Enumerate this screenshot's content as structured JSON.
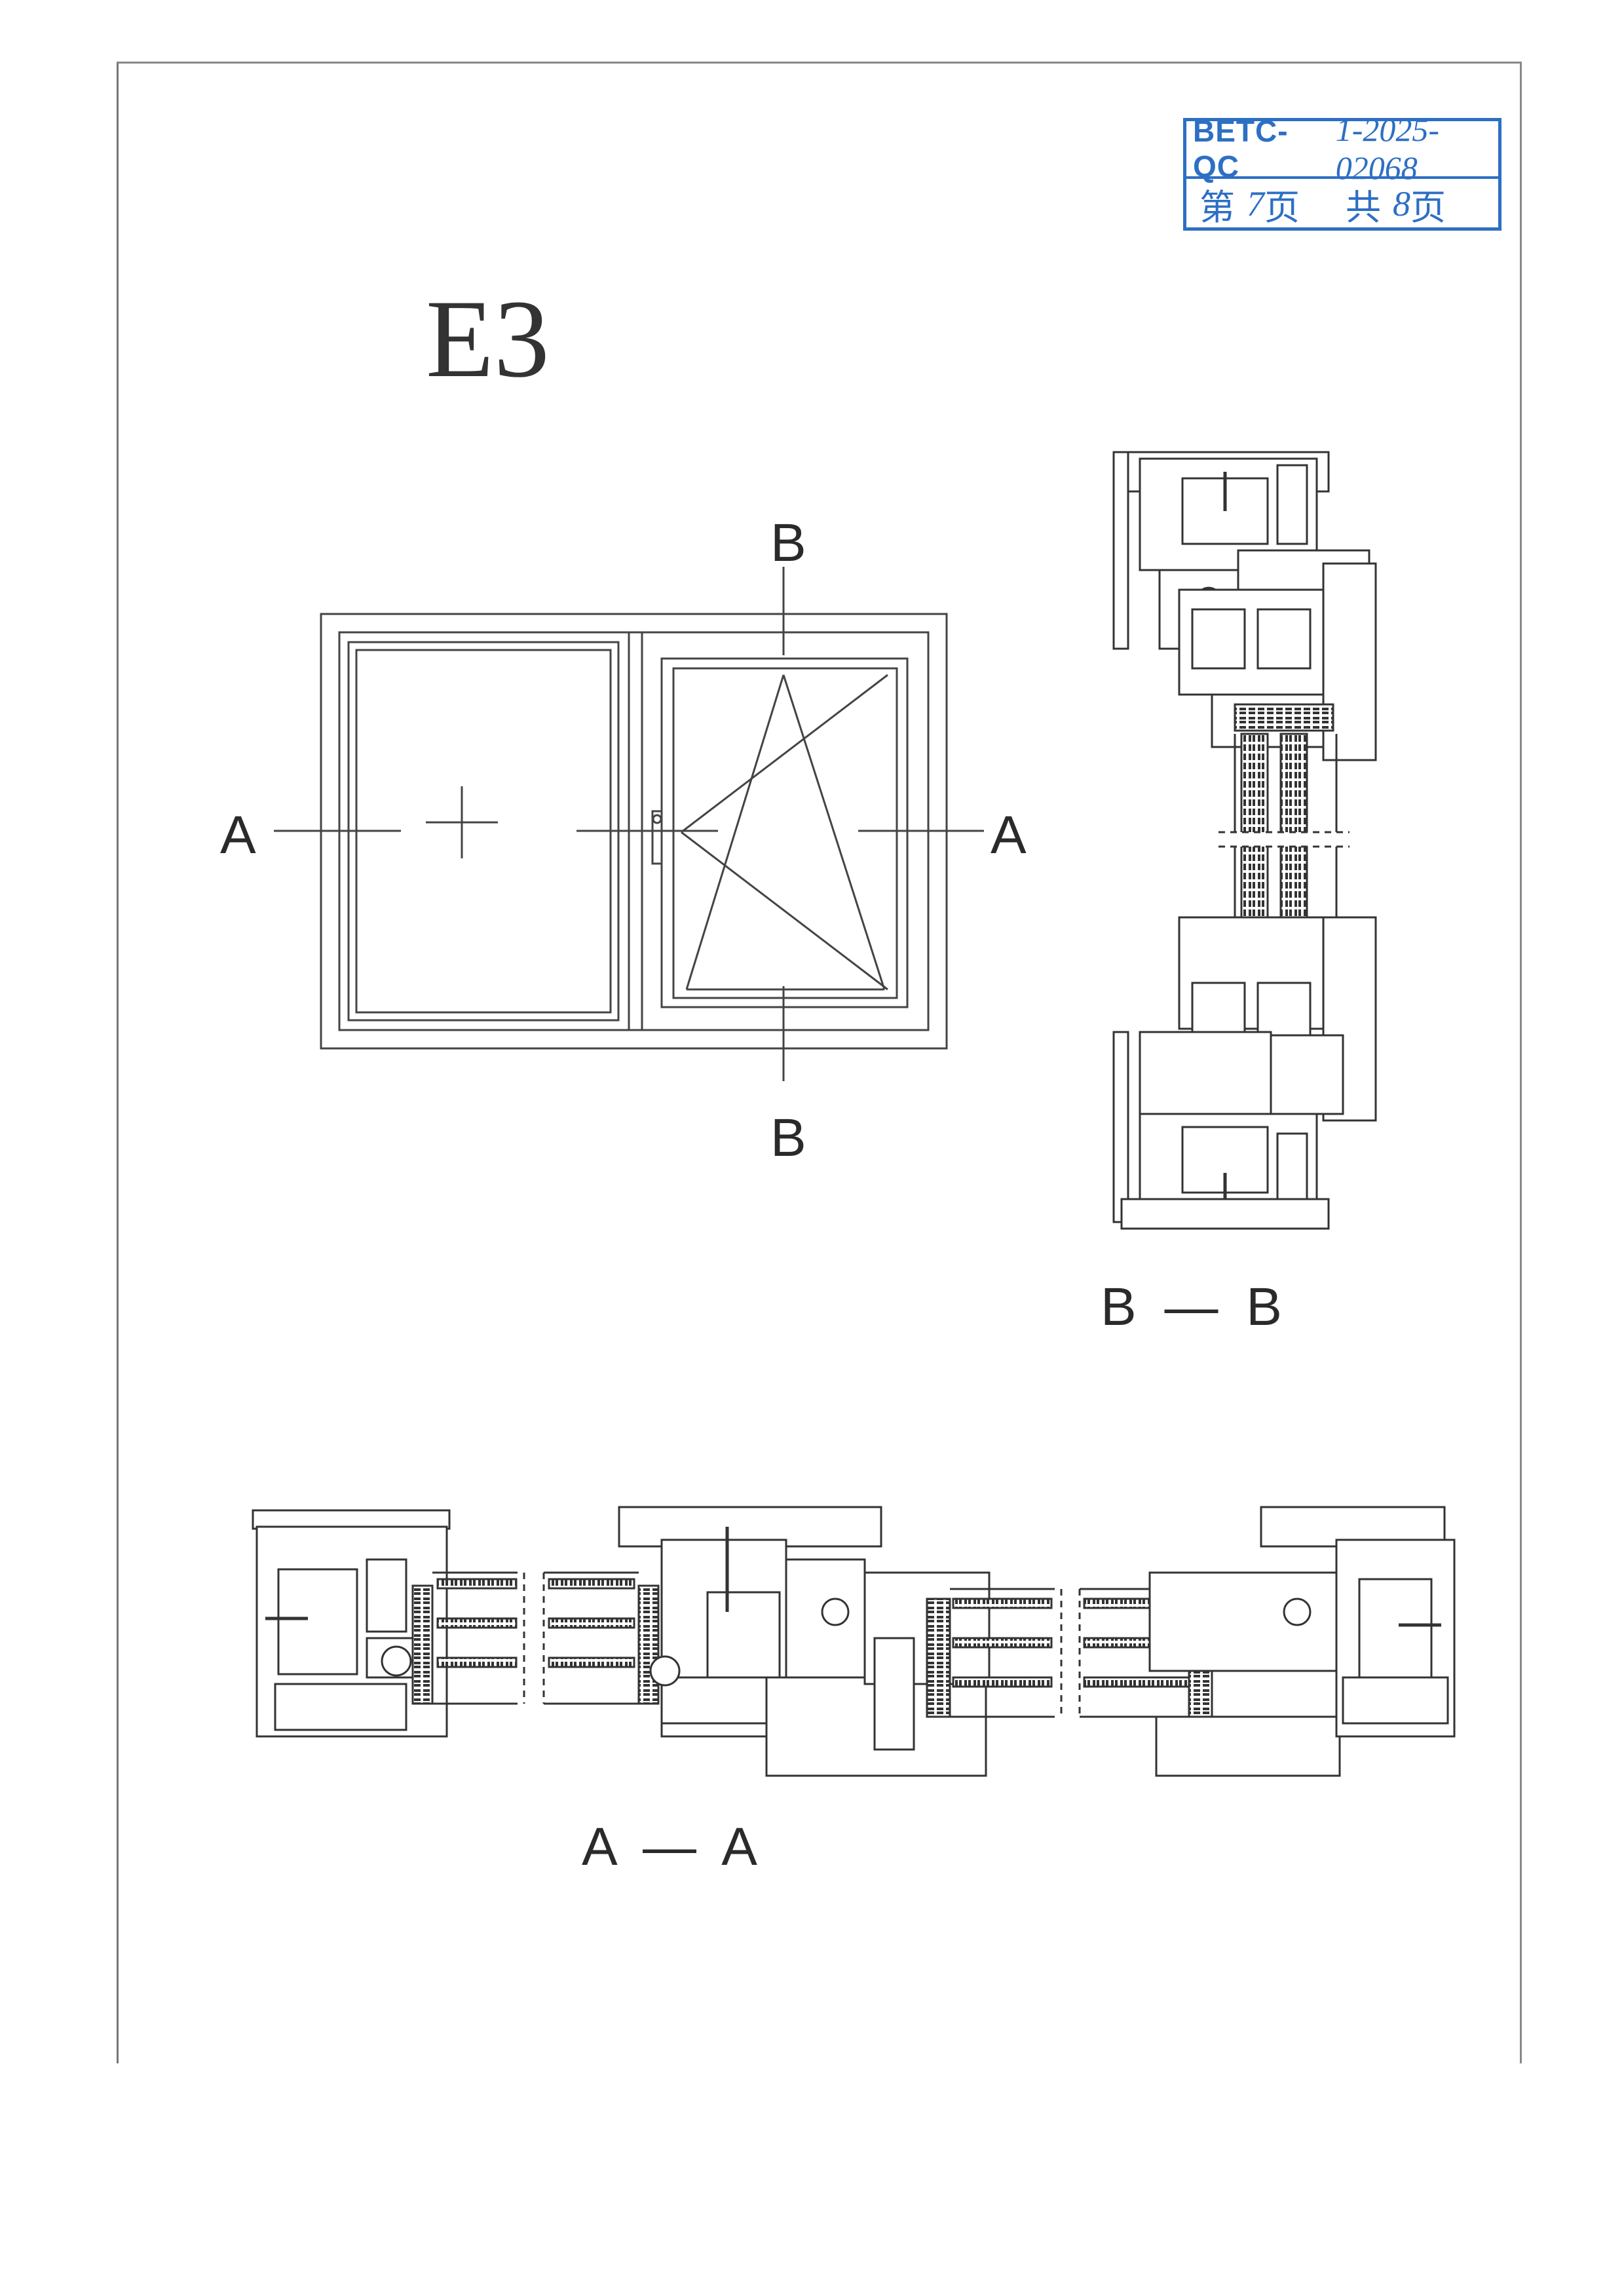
{
  "stamp": {
    "code": "BETC-QC",
    "number": "1-2025-02068",
    "page_line_1": "第",
    "page_current": "7",
    "page_line_2": "页",
    "page_line_3": "共",
    "page_total": "8",
    "page_line_4": "页"
  },
  "drawing": {
    "title": "E3",
    "section_marks": {
      "a_left": "A",
      "a_right": "A",
      "b_top": "B",
      "b_bottom": "B"
    },
    "section_bb_caption_1": "B",
    "section_bb_dash": "—",
    "section_bb_caption_2": "B",
    "section_aa_caption_1": "A",
    "section_aa_dash": "—",
    "section_aa_caption_2": "A"
  },
  "colors": {
    "stamp": "#2d6fc4",
    "line": "#333333"
  }
}
